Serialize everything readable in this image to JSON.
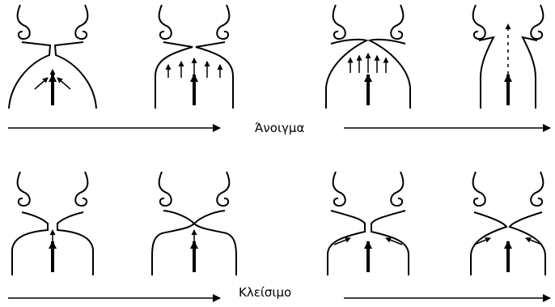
{
  "diagram": {
    "rows": [
      {
        "id": "opening",
        "label": "Άνοιγμα",
        "panels": [
          {
            "stage": 1,
            "arrows": "converging"
          },
          {
            "stage": 2,
            "arrows": "multiple-up"
          },
          {
            "stage": 3,
            "arrows": "multiple-up"
          },
          {
            "stage": 4,
            "arrows": "vertical-dashed"
          }
        ]
      },
      {
        "id": "closing",
        "label": "Κλείσιμο",
        "panels": [
          {
            "stage": 1,
            "arrows": "single-up"
          },
          {
            "stage": 2,
            "arrows": "single-up"
          },
          {
            "stage": 3,
            "arrows": "lateral-inward"
          },
          {
            "stage": 4,
            "arrows": "lateral-inward"
          }
        ]
      }
    ]
  },
  "colors": {
    "ink": "#000000",
    "background": "#ffffff"
  },
  "icons": {
    "flow": "arrow-right-icon"
  }
}
